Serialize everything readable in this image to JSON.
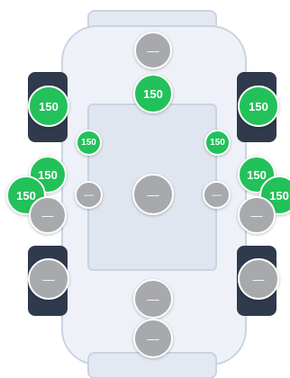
{
  "layout": {
    "colors": {
      "active": "#23c15a",
      "inactive": "#a7a9ad",
      "wheel": "#2f3a4d",
      "body": "#eef2f8",
      "outline": "#c9d3e3"
    }
  },
  "sensors": [
    {
      "id": "front-top",
      "state": "empty",
      "label": "—"
    },
    {
      "id": "front-center",
      "state": "filled",
      "label": "150"
    },
    {
      "id": "wheel-front-left",
      "state": "filled",
      "label": "150"
    },
    {
      "id": "wheel-front-right",
      "state": "filled",
      "label": "150"
    },
    {
      "id": "cabin-left-upper",
      "state": "filled",
      "label": "150"
    },
    {
      "id": "cabin-right-upper",
      "state": "filled",
      "label": "150"
    },
    {
      "id": "left-side-a",
      "state": "filled",
      "label": "150"
    },
    {
      "id": "left-side-b",
      "state": "filled",
      "label": "150"
    },
    {
      "id": "left-side-c",
      "state": "empty",
      "label": "—"
    },
    {
      "id": "right-side-a",
      "state": "filled",
      "label": "150"
    },
    {
      "id": "right-side-b",
      "state": "filled",
      "label": "150"
    },
    {
      "id": "right-side-c",
      "state": "empty",
      "label": "—"
    },
    {
      "id": "cabin-left-mid",
      "state": "empty",
      "label": "—"
    },
    {
      "id": "cabin-center",
      "state": "empty",
      "label": "—"
    },
    {
      "id": "cabin-right-mid",
      "state": "empty",
      "label": "—"
    },
    {
      "id": "wheel-rear-left",
      "state": "empty",
      "label": "—"
    },
    {
      "id": "wheel-rear-right",
      "state": "empty",
      "label": "—"
    },
    {
      "id": "rear-upper",
      "state": "empty",
      "label": "—"
    },
    {
      "id": "rear-lower",
      "state": "empty",
      "label": "—"
    }
  ]
}
